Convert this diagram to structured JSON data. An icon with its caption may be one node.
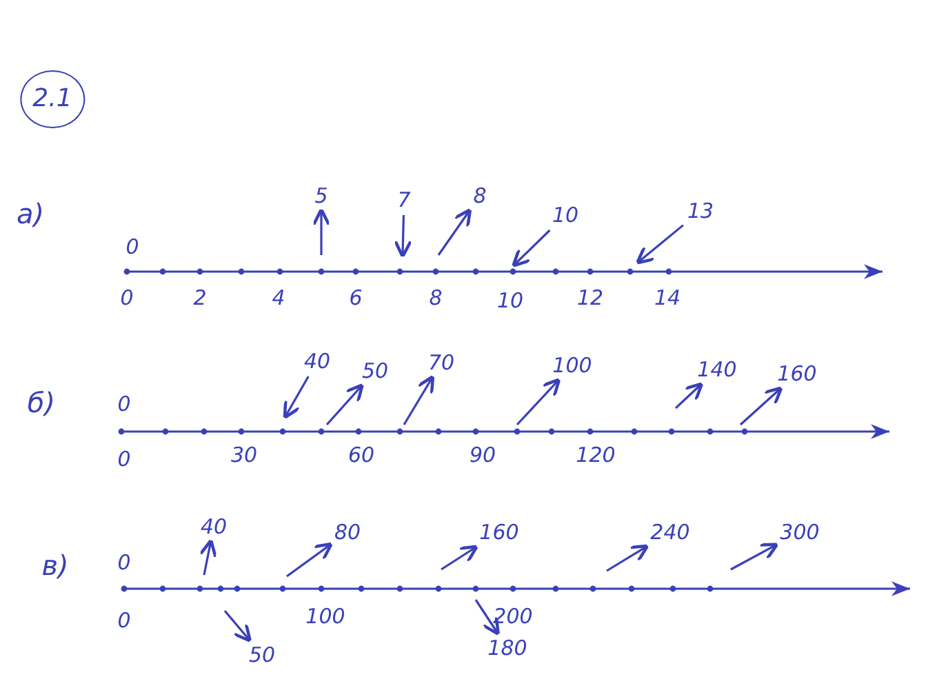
{
  "diagram": {
    "nodes": [
      {
        "text": [
          "2.1"
        ]
      },
      {
        "text": [
          "5"
        ]
      },
      {
        "text": [
          "7"
        ]
      },
      {
        "text": [
          "8"
        ]
      },
      {
        "text": [
          "10"
        ]
      },
      {
        "text": [
          "13"
        ]
      },
      {
        "text": [
          "40"
        ]
      },
      {
        "text": [
          "50"
        ]
      },
      {
        "text": [
          "70"
        ]
      },
      {
        "text": [
          "100"
        ]
      },
      {
        "text": [
          "140"
        ]
      },
      {
        "text": [
          "160"
        ]
      },
      {
        "text": [
          "40"
        ]
      },
      {
        "text": [
          "80"
        ]
      },
      {
        "text": [
          "160"
        ]
      },
      {
        "text": [
          "240"
        ]
      },
      {
        "text": [
          "300"
        ]
      },
      {
        "text": [
          "50"
        ]
      },
      {
        "text": [
          "180"
        ]
      }
    ],
    "edges": [
      {
        "from": null,
        "to": 1,
        "arrow": "to"
      },
      {
        "from": 2,
        "to": null,
        "arrow": "to"
      },
      {
        "from": null,
        "to": 3,
        "arrow": "to"
      },
      {
        "from": 4,
        "to": null,
        "arrow": "to"
      },
      {
        "from": 5,
        "to": null,
        "arrow": "to"
      },
      {
        "from": 6,
        "to": null,
        "arrow": "to"
      },
      {
        "from": null,
        "to": 7,
        "arrow": "to"
      },
      {
        "from": null,
        "to": 8,
        "arrow": "to"
      },
      {
        "from": null,
        "to": 9,
        "arrow": "to"
      },
      {
        "from": null,
        "to": 10,
        "arrow": "to"
      },
      {
        "from": null,
        "to": 11,
        "arrow": "to"
      },
      {
        "from": null,
        "to": 12,
        "arrow": "to"
      },
      {
        "from": null,
        "to": 13,
        "arrow": "to"
      },
      {
        "from": null,
        "to": 14,
        "arrow": "to"
      },
      {
        "from": null,
        "to": 15,
        "arrow": "to"
      },
      {
        "from": null,
        "to": 16,
        "arrow": "to"
      },
      {
        "from": null,
        "to": 17,
        "arrow": "to"
      },
      {
        "from": null,
        "to": 18,
        "arrow": "to"
      }
    ],
    "labels": [
      "а)",
      "0",
      "0",
      "2",
      "4",
      "6",
      "8",
      "10",
      "12",
      "14",
      "б)",
      "0",
      "0",
      "30",
      "60",
      "90",
      "120",
      "в)",
      "0",
      "0",
      "100",
      "200"
    ]
  }
}
